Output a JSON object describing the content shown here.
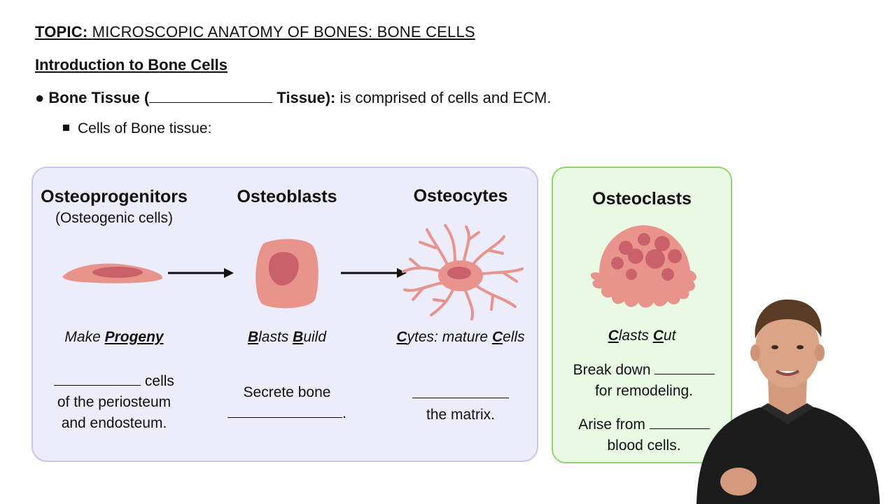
{
  "topic": {
    "label": "TOPIC:",
    "text": "MICROSCOPIC ANATOMY OF BONES: BONE CELLS"
  },
  "subheading": "Introduction to Bone Cells",
  "bullet1": {
    "start": "Bone Tissue (",
    "end": "Tissue):",
    "rest": "is comprised of cells and ECM."
  },
  "bullet2": "Cells of Bone tissue:",
  "cells": {
    "osteoprogenitors": {
      "title": "Osteoprogenitors",
      "subtitle": "(Osteogenic cells)",
      "tag_plain": "Make ",
      "tag_bold": "Progeny",
      "desc_line1_after": "cells",
      "desc_line2": "of the periosteum",
      "desc_line3": "and endosteum."
    },
    "osteoblasts": {
      "title": "Osteoblasts",
      "tag_b1": "B",
      "tag_r1": "lasts ",
      "tag_b2": "B",
      "tag_r2": "uild",
      "desc_line1": "Secrete bone",
      "desc_end": "."
    },
    "osteocytes": {
      "title": "Osteocytes",
      "tag_b1": "C",
      "tag_r1": "ytes: mature ",
      "tag_b2": "C",
      "tag_r2": "ells",
      "desc_line2": "the matrix."
    },
    "osteoclasts": {
      "title": "Osteoclasts",
      "tag_b1": "C",
      "tag_r1": "lasts ",
      "tag_b2": "C",
      "tag_r2": "ut",
      "desc1_line1": "Break down",
      "desc1_line2": "for remodeling.",
      "desc2_line1": "Arise from",
      "desc2_line2": "blood cells."
    }
  },
  "colors": {
    "main_panel_bg": "#ececfb",
    "main_panel_border": "#c8c4ee",
    "clast_panel_bg": "#e9f9e4",
    "clast_panel_border": "#92d56a",
    "cell_fill": "#e8948c",
    "nucleus_fill": "#c9616a"
  }
}
